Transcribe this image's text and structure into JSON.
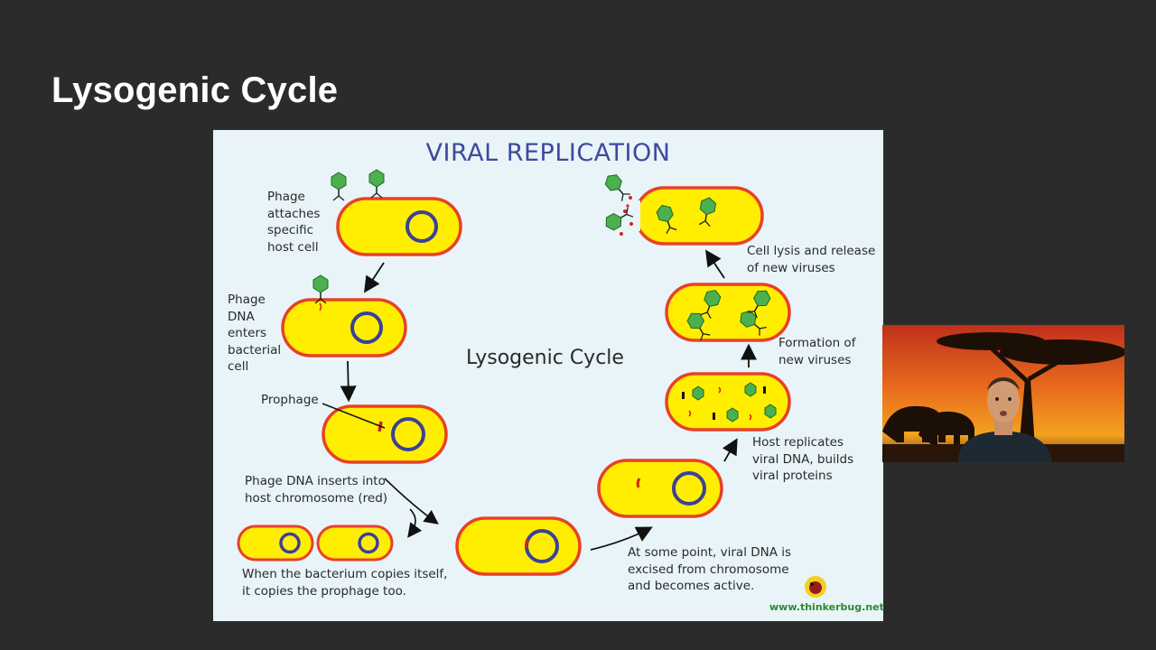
{
  "slide": {
    "title": "Lysogenic Cycle"
  },
  "diagram": {
    "title": "VIRAL REPLICATION",
    "center_title": "Lysogenic Cycle",
    "labels": {
      "step1": "Phage\nattaches\nspecific\nhost cell",
      "step2": "Phage\nDNA\nenters\nbacterial\ncell",
      "step3": "Prophage",
      "step4": "Phage DNA inserts into\nhost chromosome (red)",
      "step5": "When the bacterium copies itself,\nit copies the prophage too.",
      "step6": "At some point, viral DNA is\nexcised from chromosome\nand becomes active.",
      "step7": "Host replicates\nviral DNA, builds\nviral proteins",
      "step8": "Formation of\nnew viruses",
      "step9": "Cell lysis and release\nof new viruses"
    },
    "credit": "www.thinkerbug.net",
    "colors": {
      "cell_fill": "#ffee00",
      "cell_border": "#e8402a",
      "chromosome": "#3b4196",
      "virus": "#4caf50",
      "viral_dna": "#d62020"
    }
  },
  "webcam": {
    "icon": "presenter-video-feed"
  }
}
